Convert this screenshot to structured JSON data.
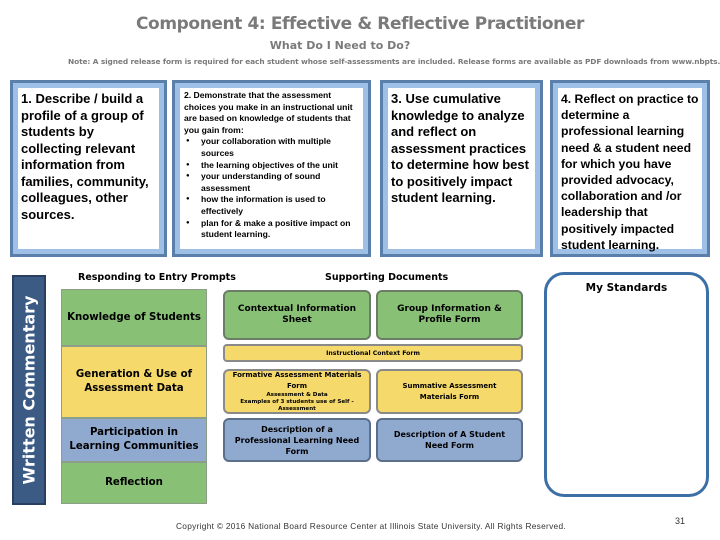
{
  "header": {
    "title": "Component 4: Effective & Reflective Practitioner",
    "subtitle": "What Do I Need to Do?",
    "note": "Note:  A signed release form is required for each student whose self-assessments are included. Release forms are available as PDF downloads from www.nbpts.org."
  },
  "steps": {
    "step1": "1. Describe / build a profile of a group of students by collecting relevant information from families, community, colleagues, other sources.",
    "step2_intro": "2. Demonstrate that the assessment choices you make in an instructional unit are based on knowledge of students that you gain from:",
    "step2_bullets": [
      "your collaboration with multiple sources",
      "the learning objectives of the unit",
      "your understanding of sound assessment",
      "how the information is used to effectively",
      "plan for & make a positive impact on student learning."
    ],
    "step3": "3. Use cumulative knowledge to analyze and reflect on assessment practices to determine how best to positively impact student learning.",
    "step4": "4.  Reflect on practice to determine a professional learning need & a student need for which you have provided advocacy, collaboration and /or leadership that positively impacted student learning."
  },
  "written_commentary": {
    "label": "Written Commentary",
    "heading": "Responding to Entry Prompts",
    "prompts": [
      "Knowledge of Students",
      "Generation & Use of Assessment Data",
      "Participation in Learning Communities",
      "Reflection"
    ],
    "colors": [
      "#88c076",
      "#f5d96a",
      "#8fa9cf",
      "#88c076"
    ]
  },
  "supporting_documents": {
    "heading": "Supporting Documents",
    "contextual": "Contextual Information Sheet",
    "group_profile": "Group Information & Profile Form",
    "instructional": "Instructional Context Form",
    "formative_title": "Formative Assessment Materials Form",
    "formative_line2": "Assessment & Data",
    "formative_line3": "Examples of 3 students use of Self - Assessment",
    "summative": "Summative Assessment Materials Form",
    "prof_need": "Description of a Professional Learning Need Form",
    "student_need": "Description of A Student Need Form"
  },
  "standards": {
    "title": "My Standards"
  },
  "footer": {
    "copyright": "Copyright © 2016 National Board Resource Center at Illinois State University. All Rights Reserved.",
    "page": "31"
  }
}
